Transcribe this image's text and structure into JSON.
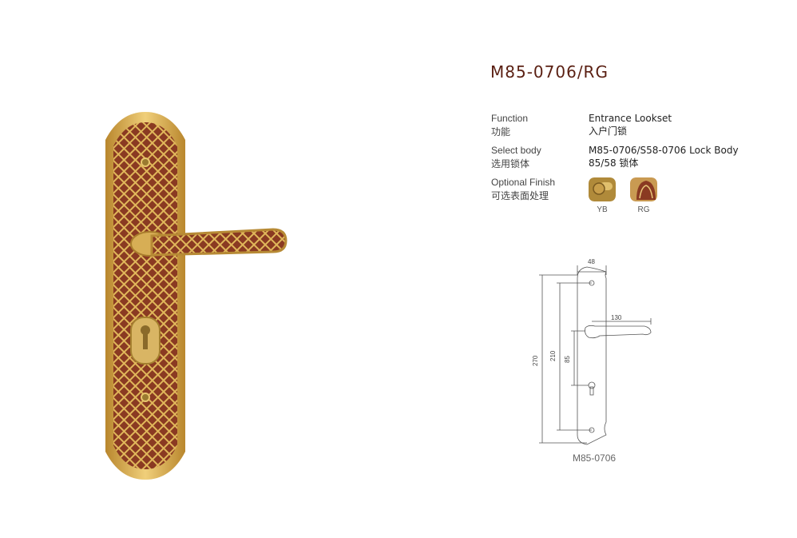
{
  "product": {
    "model": "M85-0706/RG",
    "specs": [
      {
        "label_en": "Function",
        "label_cn": "功能",
        "value_en": "Entrance Lookset",
        "value_cn": "入户门锁"
      },
      {
        "label_en": "Select body",
        "label_cn": "选用锁体",
        "value_en": "M85-0706/S58-0706 Lock Body",
        "value_cn": "85/58 锁体"
      },
      {
        "label_en": "Optional Finish",
        "label_cn": "可选表面处理"
      }
    ],
    "finishes": [
      {
        "code": "YB",
        "color": "#b08a3a"
      },
      {
        "code": "RG",
        "color": "#c99a52"
      }
    ]
  },
  "drawing": {
    "caption": "M85-0706",
    "dimensions": {
      "plate_width": "48",
      "lever_length": "130",
      "plate_height": "270",
      "hole_distance": "210",
      "backset": "85"
    }
  },
  "colors": {
    "title": "#5a1f12",
    "gold": "#d6ab4a",
    "red": "#8a3a22"
  }
}
